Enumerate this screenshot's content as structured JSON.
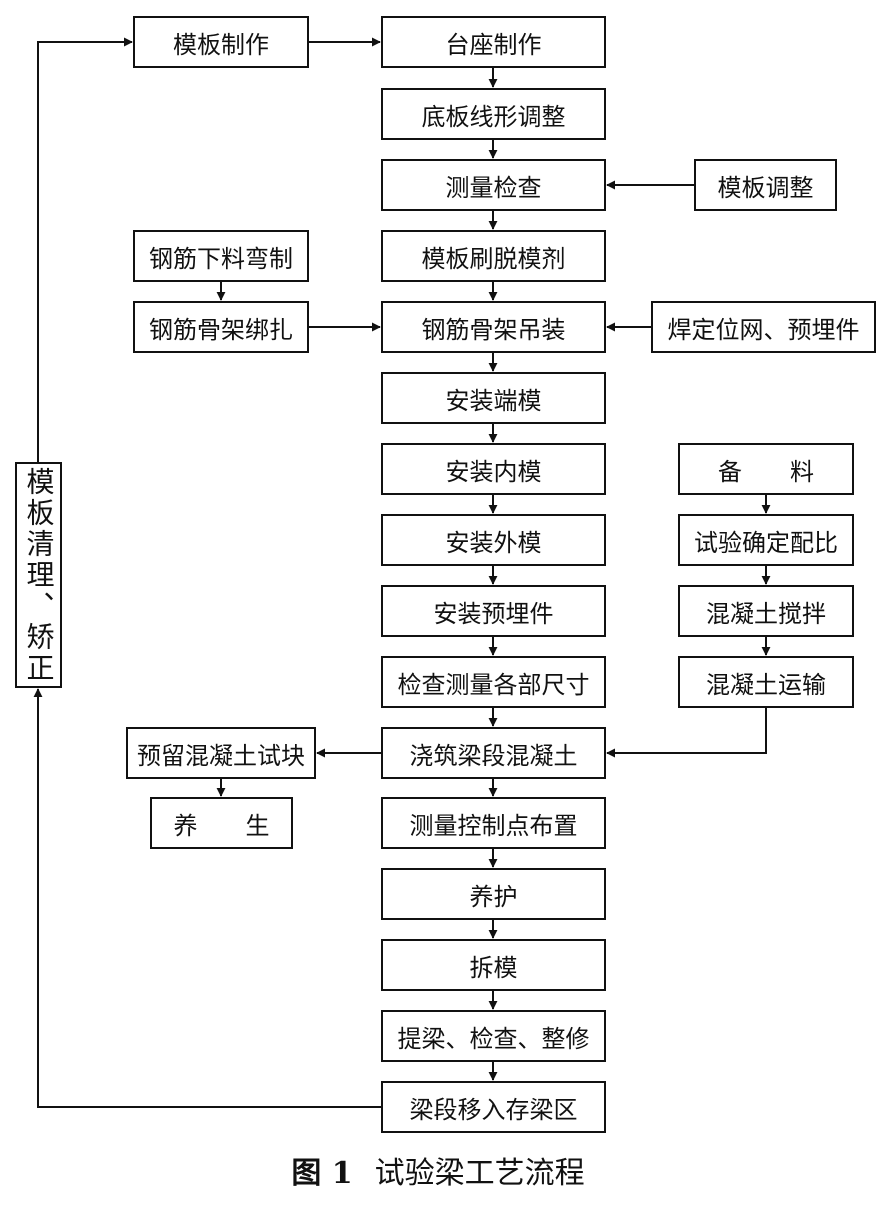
{
  "nodes": {
    "template_making": "模板制作",
    "pedestal_making": "台座制作",
    "bottom_alignment": "底板线形调整",
    "survey_check": "测量检查",
    "template_adjust": "模板调整",
    "release_agent": "模板刷脱模剂",
    "rebar_cutting": "钢筋下料弯制",
    "rebar_binding": "钢筋骨架绑扎",
    "rebar_hoisting": "钢筋骨架吊装",
    "weld_positioning": "焊定位网、预埋件",
    "end_form": "安装端模",
    "inner_form": "安装内模",
    "outer_form": "安装外模",
    "embedded_parts": "安装预埋件",
    "dimension_check": "检查测量各部尺寸",
    "material_prep": "备　　料",
    "mix_ratio": "试验确定配比",
    "concrete_mixing": "混凝土搅拌",
    "concrete_transport": "混凝土运输",
    "test_blocks": "预留混凝土试块",
    "block_curing": "养　　生",
    "pour_concrete": "浇筑梁段混凝土",
    "control_points": "测量控制点布置",
    "curing": "养护",
    "demolding": "拆模",
    "lift_inspect_repair": "提梁、检查、整修",
    "move_to_storage": "梁段移入存梁区",
    "template_cleaning": "模板清理、矫正"
  },
  "caption": {
    "figure_no": "图 1",
    "title": "试验梁工艺流程"
  }
}
